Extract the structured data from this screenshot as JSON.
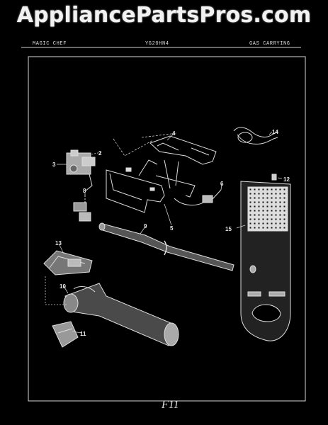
{
  "watermark": "AppliancePartsPros.com",
  "header": {
    "brand": "MAGIC CHEF",
    "model": "YG20HN4",
    "section": "GAS CARRYING"
  },
  "part_labels": {
    "p2": "2",
    "p3": "3",
    "p4": "4",
    "p5": "5",
    "p6": "6",
    "p8": "8",
    "p9": "9",
    "p10": "10",
    "p11": "11",
    "p12": "12",
    "p13": "13",
    "p14": "14",
    "p15": "15"
  },
  "footer": "F11"
}
